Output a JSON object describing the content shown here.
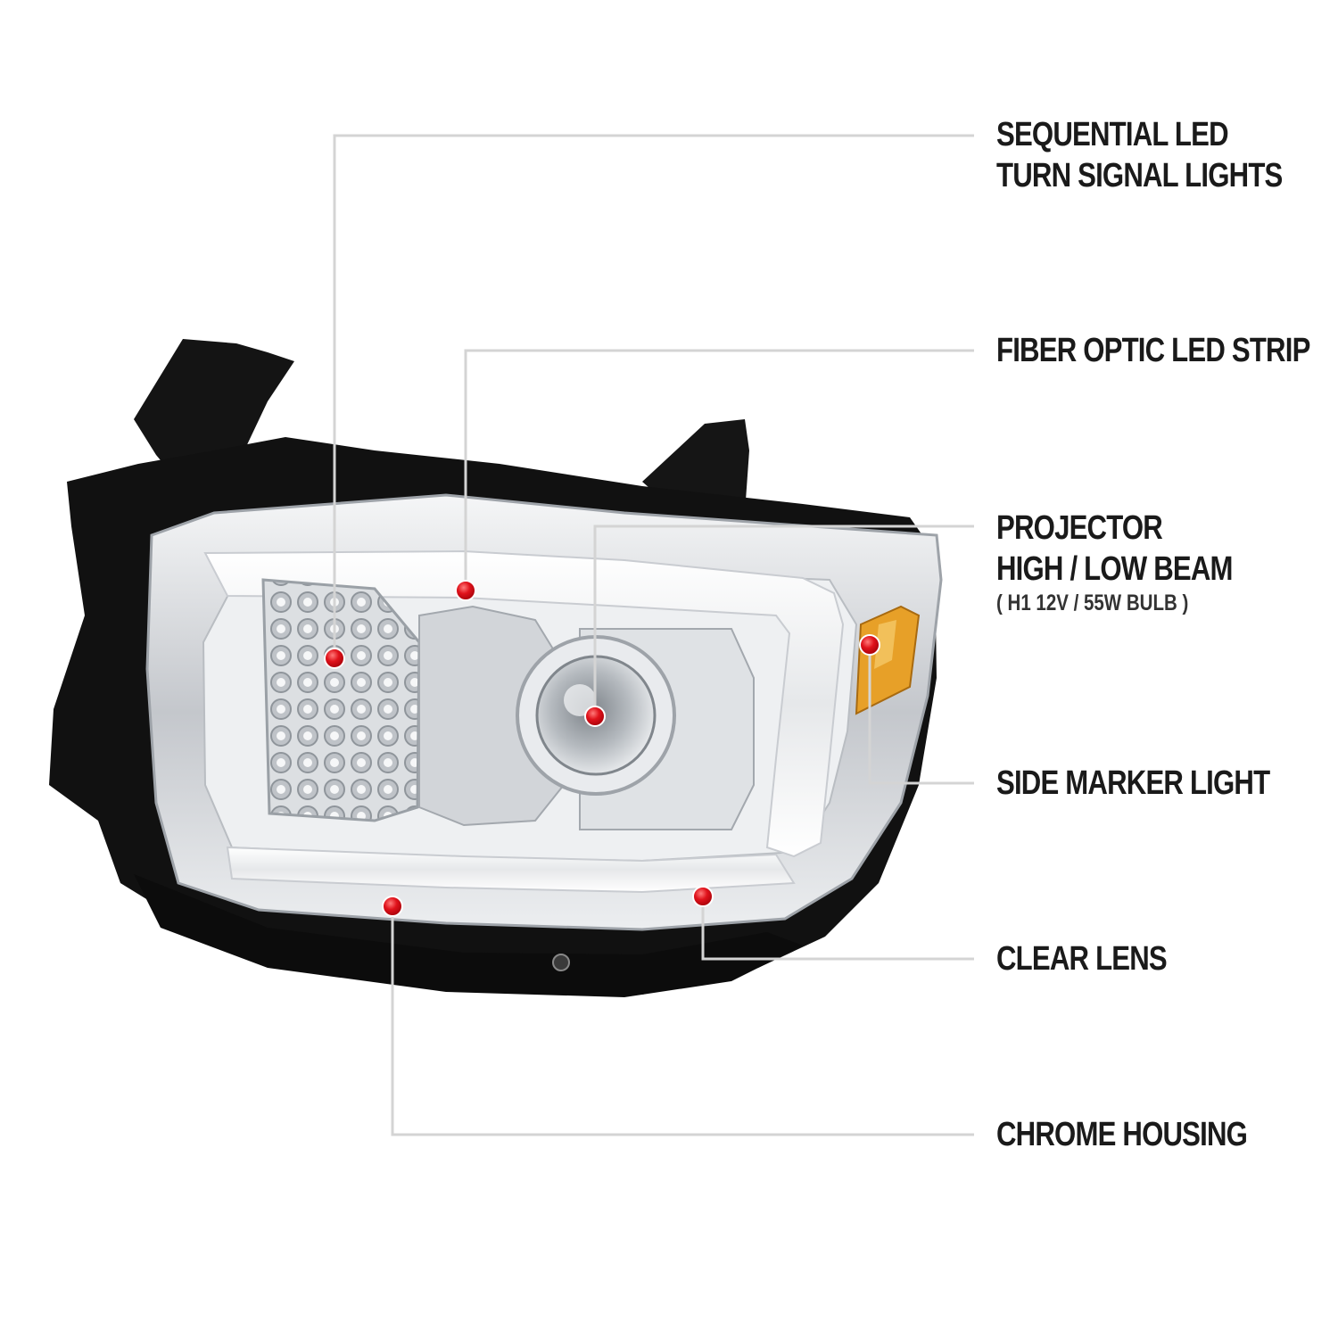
{
  "callouts": [
    {
      "id": "sequential-led",
      "lines": [
        "SEQUENTIAL LED",
        "TURN SIGNAL LIGHTS"
      ]
    },
    {
      "id": "fiber-optic",
      "lines": [
        "FIBER OPTIC LED STRIP"
      ]
    },
    {
      "id": "projector",
      "lines": [
        "PROJECTOR",
        "HIGH / LOW BEAM"
      ],
      "note": "( H1  12V / 55W  BULB )"
    },
    {
      "id": "side-marker",
      "lines": [
        "SIDE MARKER LIGHT"
      ]
    },
    {
      "id": "clear-lens",
      "lines": [
        "CLEAR LENS"
      ]
    },
    {
      "id": "chrome-housing",
      "lines": [
        "CHROME HOUSING"
      ]
    }
  ],
  "colors": {
    "leader_line": "#d4d4d4",
    "marker_dot": "#e0121b",
    "label_text": "#1a1a1a",
    "housing_black": "#111111",
    "chrome": "#c9ccd1",
    "amber": "#e7a028"
  },
  "icons": {
    "marker": "red-dot-marker",
    "product": "headlight-assembly-illustration"
  }
}
